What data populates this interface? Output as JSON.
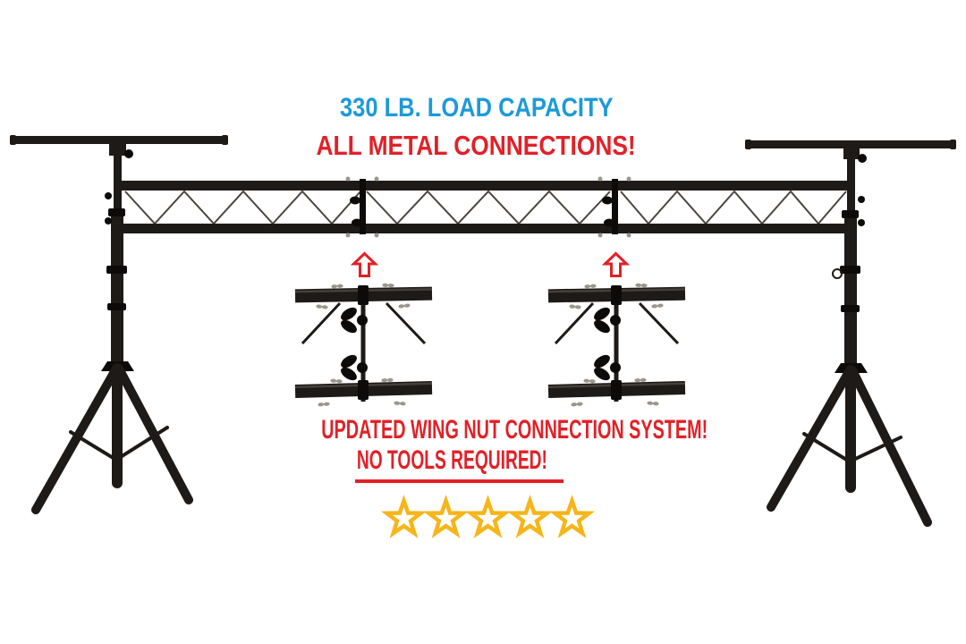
{
  "headline": {
    "load_capacity": "330 LB. LOAD CAPACITY",
    "all_metal": "ALL METAL CONNECTIONS!"
  },
  "callout": {
    "wing_nut": "UPDATED WING NUT CONNECTION SYSTEM!",
    "no_tools": "NO TOOLS REQUIRED!"
  },
  "rating": {
    "stars_total": 5,
    "stars_filled": 0,
    "style": "outline"
  },
  "icons": {
    "arrow": "up-arrow-icon",
    "star": "star-icon"
  },
  "colors": {
    "headline_blue": "#1c9ad8",
    "accent_red": "#e12128",
    "star_gold": "#f6b51a",
    "structure_black": "#1d1a17",
    "zigzag_gray": "#4a453e",
    "nut_gray": "#9b968c",
    "background": "#ffffff"
  }
}
